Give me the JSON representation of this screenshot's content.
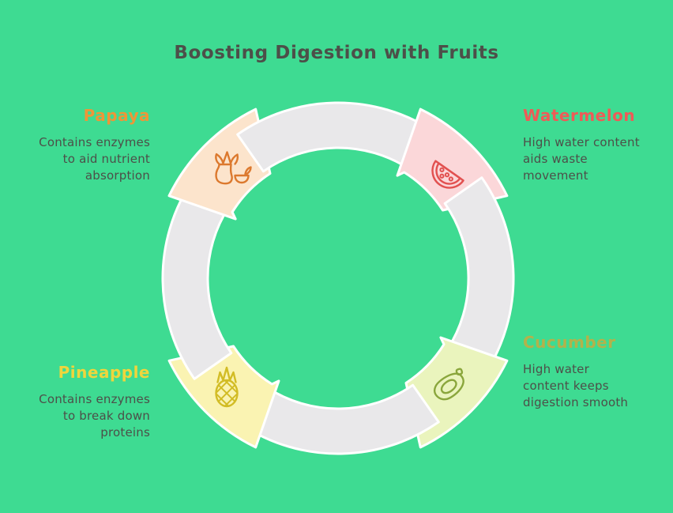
{
  "title": "Boosting Digestion with Fruits",
  "diagram": {
    "type": "cycle-ring-infographic",
    "background_color": "#3EDB92",
    "ring_color": "#E9E8EA",
    "title_color": "#4D4F49",
    "body_text_color": "#4D4F49"
  },
  "segments": [
    {
      "name": "Papaya",
      "description": "Contains enzymes\nto aid nutrient\nabsorption",
      "position": "top-left",
      "heading_color": "#EE9638",
      "segment_fill": "#FCE4CC",
      "icon": "papaya-icon",
      "icon_color": "#DC792E"
    },
    {
      "name": "Watermelon",
      "description": "High water content\naids waste\nmovement",
      "position": "top-right",
      "heading_color": "#EE5B57",
      "segment_fill": "#FBD7D9",
      "icon": "watermelon-icon",
      "icon_color": "#E25150"
    },
    {
      "name": "Cucumber",
      "description": "High water\ncontent keeps\ndigestion smooth",
      "position": "bottom-right",
      "heading_color": "#B3B24B",
      "segment_fill": "#EAF4BD",
      "icon": "cucumber-icon",
      "icon_color": "#8AA63C"
    },
    {
      "name": "Pineapple",
      "description": "Contains enzymes\nto break down\nproteins",
      "position": "bottom-left",
      "heading_color": "#EFD53C",
      "segment_fill": "#FAF3B2",
      "icon": "pineapple-icon",
      "icon_color": "#D2BC25"
    }
  ]
}
